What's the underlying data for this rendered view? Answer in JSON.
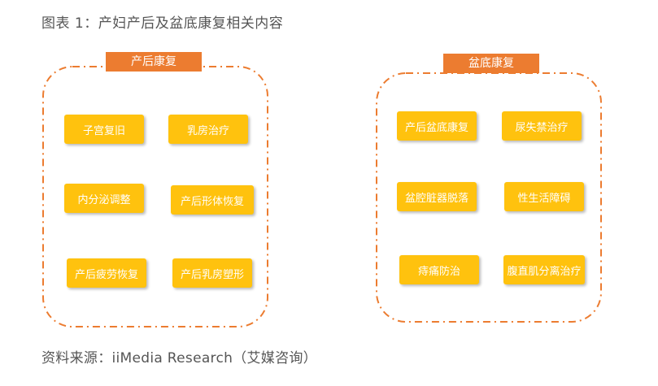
{
  "title": "图表 1：产妇产后及盆底康复相关内容",
  "source": "资料来源：iiMedia Research（艾媒咨询）",
  "colors": {
    "label_bg": "#ec7c30",
    "item_bg": "#ffc20e",
    "frame_stroke": "#ec7c30",
    "item_text": "#ffffff"
  },
  "groups": [
    {
      "label": "产后康复",
      "items": [
        "子宫复旧",
        "乳房治疗",
        "内分泌调整",
        "产后形体恢复",
        "产后疲劳恢复",
        "产后乳房塑形"
      ]
    },
    {
      "label": "盆底康复",
      "items": [
        "产后盆底康复",
        "尿失禁治疗",
        "盆腔脏器脱落",
        "性生活障碍",
        "痔痛防治",
        "腹直肌分离治疗"
      ]
    }
  ]
}
